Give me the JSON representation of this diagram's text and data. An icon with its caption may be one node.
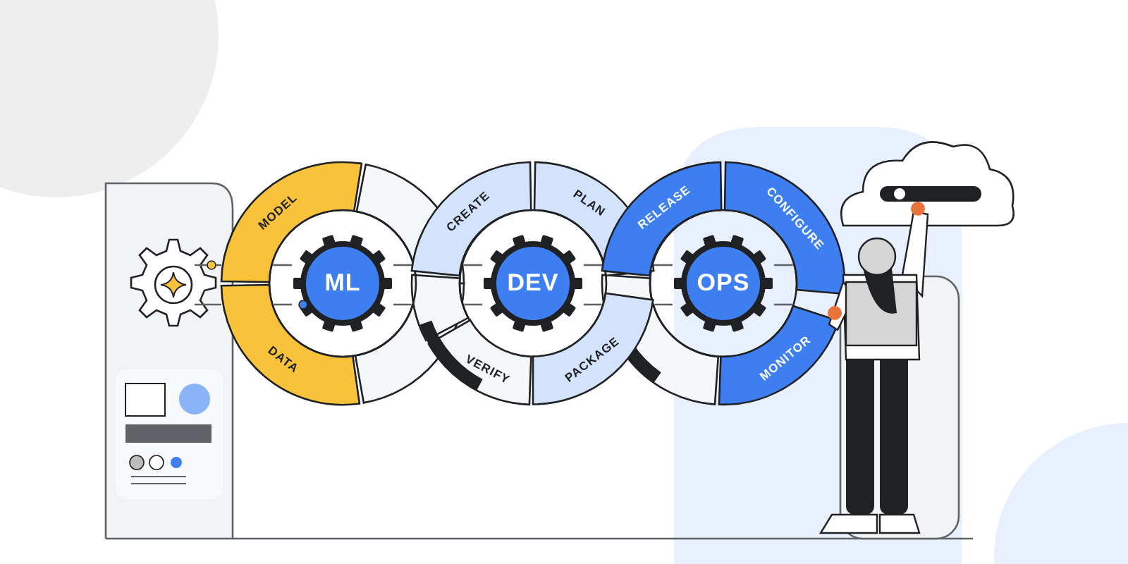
{
  "diagram": {
    "nodes": [
      {
        "text": [
          "ML"
        ]
      },
      {
        "text": [
          "MODEL"
        ]
      },
      {
        "text": [
          "DATA"
        ]
      },
      {
        "text": [
          "DEV"
        ]
      },
      {
        "text": [
          "CREATE"
        ]
      },
      {
        "text": [
          "PLAN"
        ]
      },
      {
        "text": [
          "VERIFY"
        ]
      },
      {
        "text": [
          "PACKAGE"
        ]
      },
      {
        "text": [
          "OPS"
        ]
      },
      {
        "text": [
          "RELEASE"
        ]
      },
      {
        "text": [
          "CONFIGURE"
        ]
      },
      {
        "text": [
          "MONITOR"
        ]
      }
    ]
  }
}
